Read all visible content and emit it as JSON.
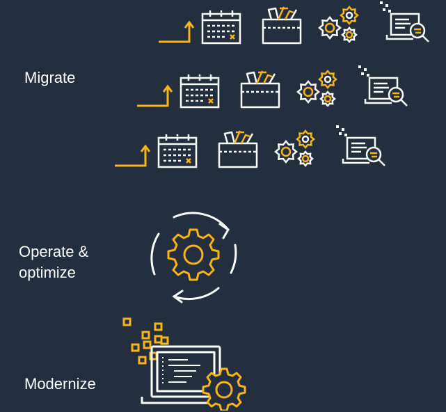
{
  "labels": {
    "migrate": "Migrate",
    "operate": "Operate &\noptimize",
    "operate_line1": "Operate &",
    "operate_line2": "optimize",
    "modernize": "Modernize"
  },
  "colors": {
    "background": "#232f3e",
    "accent": "#f8b418",
    "line": "#ffffff"
  },
  "icons": {
    "migration_row": [
      "arrow-up-right-icon",
      "calendar-icon",
      "toolbox-icon",
      "gears-icon",
      "laptop-search-icon"
    ],
    "operate": "cycle-gear-icon",
    "modernize": "laptop-gear-icon"
  }
}
